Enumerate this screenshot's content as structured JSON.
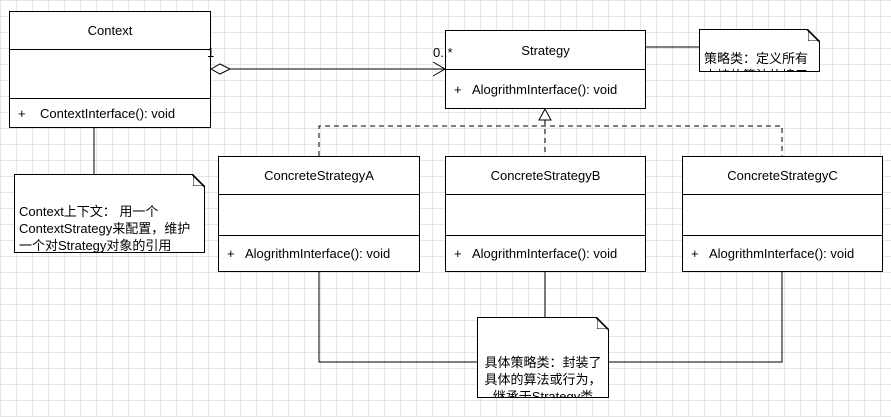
{
  "classes": {
    "context": {
      "name": "Context",
      "operation": "ContextInterface(): void",
      "visibility": "+"
    },
    "strategy": {
      "name": "Strategy",
      "operation": "AlogrithmInterface(): void",
      "visibility": "+"
    },
    "concrete_a": {
      "name": "ConcreteStrategyA",
      "operation": "AlogrithmInterface(): void",
      "visibility": "+"
    },
    "concrete_b": {
      "name": "ConcreteStrategyB",
      "operation": "AlogrithmInterface(): void",
      "visibility": "+"
    },
    "concrete_c": {
      "name": "ConcreteStrategyC",
      "operation": "AlogrithmInterface(): void",
      "visibility": "+"
    }
  },
  "association": {
    "source_multiplicity": "1",
    "target_multiplicity": "0..*"
  },
  "notes": {
    "strategy_note": "策略类：定义所有\n支持的算法的接口",
    "context_note": "Context上下文： 用一个\nContextStrategy来配置，维护\n一个对Strategy对象的引用",
    "concrete_note": "具体策略类：封装了\n具体的算法或行为，\n继承于Strategy类"
  }
}
